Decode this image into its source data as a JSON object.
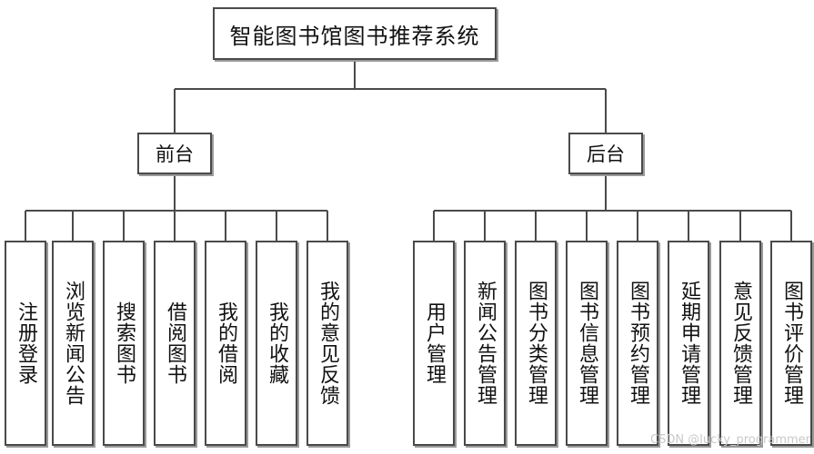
{
  "root": {
    "label": "智能图书馆图书推荐系统"
  },
  "branches": [
    {
      "label": "前台",
      "children": [
        "注册登录",
        "浏览新闻公告",
        "搜索图书",
        "借阅图书",
        "我的借阅",
        "我的收藏",
        "我的意见反馈"
      ]
    },
    {
      "label": "后台",
      "children": [
        "用户管理",
        "新闻公告管理",
        "图书分类管理",
        "图书信息管理",
        "图书预约管理",
        "延期申请管理",
        "意见反馈管理",
        "图书评价管理"
      ]
    }
  ],
  "watermark": "CSDN @lucky_programmer"
}
